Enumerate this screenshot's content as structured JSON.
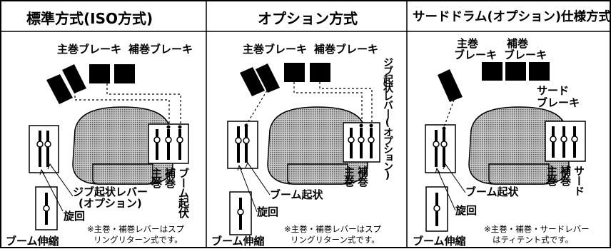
{
  "panels": [
    {
      "title": "標準方式(ISO方式)",
      "brake_labels": [
        "主巻ブレーキ",
        "補巻ブレーキ"
      ],
      "lever_labels": [
        "主巻",
        "補巻",
        "ブーム起伏"
      ],
      "left_labels": [
        "ジブ起状レバー",
        "(オプション)",
        "旋回"
      ],
      "boom_extend": "ブーム伸縮",
      "note": [
        "※主巻・補巻レバーはスプ",
        "リングリターン式です。"
      ]
    },
    {
      "title": "オプション方式",
      "brake_labels": [
        "主巻ブレーキ",
        "補巻ブレーキ"
      ],
      "side_label": "ジブ起状レバー(オプション)",
      "lever_labels": [
        "主巻",
        "補巻"
      ],
      "left_labels": [
        "ブーム起状",
        "旋回"
      ],
      "boom_extend": "ブーム伸縮",
      "note": [
        "※主巻・補巻レバーはスプ",
        "リングリターン式です。"
      ]
    },
    {
      "title": "サードドラム(オプション)仕様方式",
      "brake_labels": [
        "主巻",
        "ブレーキ",
        "補巻",
        "ブレーキ",
        "サード",
        "ブレーキ"
      ],
      "lever_labels": [
        "主巻",
        "補巻",
        "サード"
      ],
      "left_labels": [
        "ブーム起状",
        "旋回"
      ],
      "boom_extend": "ブーム伸縮",
      "note": [
        "※主巻・補巻・サードレバー",
        "はティテント式です。"
      ]
    }
  ]
}
